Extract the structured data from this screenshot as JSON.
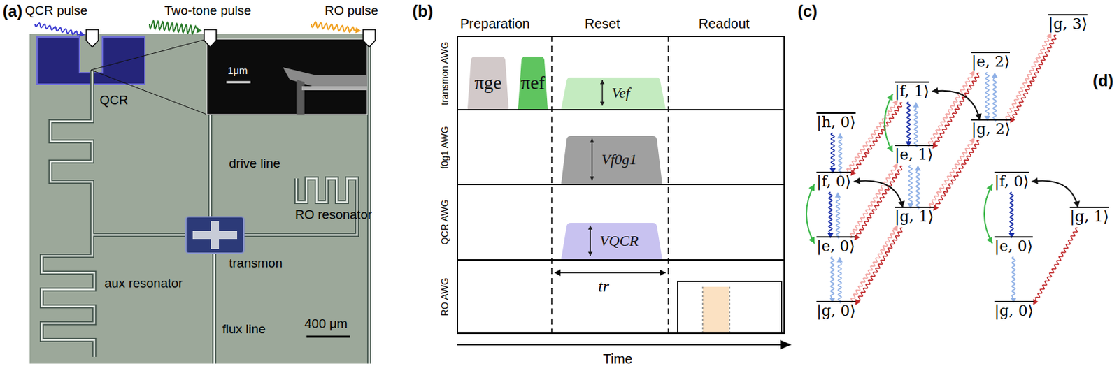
{
  "diagram": {
    "nodes": [
      {
        "text": [
          "transmon AWG"
        ]
      },
      {
        "text": [
          "πge"
        ],
        "in": 0
      },
      {
        "text": [
          "πef"
        ],
        "in": 0
      },
      {
        "text": [
          "Vef"
        ],
        "in": 0
      },
      {
        "text": [
          "f0g1 AWG"
        ]
      },
      {
        "text": [
          "Vf0g1"
        ],
        "in": 4
      },
      {
        "text": [
          "QCR AWG"
        ]
      },
      {
        "text": [
          "VQCR"
        ],
        "in": 6
      },
      {
        "text": [
          "RO AWG"
        ]
      }
    ],
    "labels": [
      "(a)",
      "QCR pulse",
      "Two-tone pulse",
      "RO pulse",
      "1μm",
      "QCR",
      "drive line",
      "RO resonator",
      "transmon",
      "aux resonator",
      "flux line",
      "400 μm",
      "(b)",
      "Preparation",
      "Reset",
      "Readout",
      "tr",
      "Time",
      "(c)",
      "|g, 3⟩",
      "|e, 2⟩",
      "|f, 1⟩",
      "|g, 2⟩",
      "|h, 0⟩",
      "|e, 1⟩",
      "|f, 0⟩",
      "|g, 1⟩",
      "|e, 0⟩",
      "|g, 0⟩",
      "(d)",
      "|f, 0⟩",
      "|g, 1⟩",
      "|e, 0⟩",
      "|g, 0⟩"
    ]
  }
}
